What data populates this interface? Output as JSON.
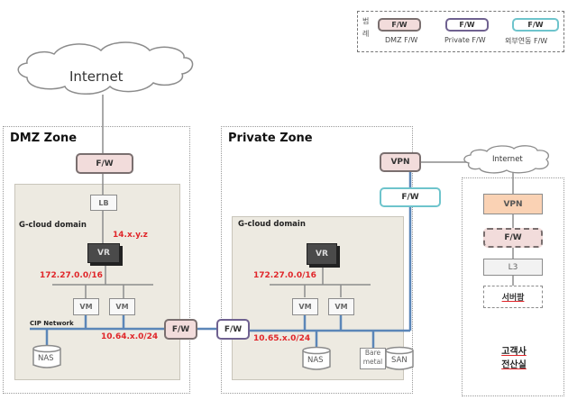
{
  "legend": {
    "title_top": "범",
    "title_bottom": "례",
    "items": [
      {
        "box_label": "F/W",
        "caption": "DMZ F/W",
        "style": "dmz"
      },
      {
        "box_label": "F/W",
        "caption": "Private F/W",
        "style": "private"
      },
      {
        "box_label": "F/W",
        "caption": "외부연동 F/W",
        "style": "external"
      }
    ]
  },
  "clouds": {
    "main_internet": "Internet",
    "right_internet": "Internet"
  },
  "dmz_zone": {
    "title": "DMZ Zone",
    "firewall": "F/W",
    "load_balancer": "LB",
    "domain_title": "G-cloud  domain",
    "public_ip": "14.x.y.z",
    "router": "VR",
    "vm_subnet": "172.27.0.0/16",
    "vms": [
      "VM",
      "VM"
    ],
    "network_label": "CIP Network",
    "cip_subnet": "10.64.x.0/24",
    "storage": "NAS",
    "edge_firewall": "F/W"
  },
  "private_zone": {
    "title": "Private Zone",
    "vpn": "VPN",
    "vpn_firewall": "F/W",
    "edge_firewall": "F/W",
    "domain_title": "G-cloud  domain",
    "router": "VR",
    "vm_subnet": "172.27.0.0/16",
    "vms": [
      "VM",
      "VM"
    ],
    "cip_subnet": "10.65.x.0/24",
    "storage": [
      "NAS",
      "SAN"
    ],
    "bare_metal_line1": "Bare",
    "bare_metal_line2": "metal"
  },
  "customer_site": {
    "vpn": "VPN",
    "firewall": "F/W",
    "l3": "L3",
    "server_farm": "서버팜",
    "title_line1": "고객사",
    "title_line2": "전산실"
  },
  "colors": {
    "dmz_fw": "#f2dcdb",
    "private_fw_border": "#6f6190",
    "external_fw_border": "#6ec4cc",
    "ip_text": "#e0262a",
    "network_line": "#5b86b8",
    "vpn_customer": "#fad2b4"
  }
}
